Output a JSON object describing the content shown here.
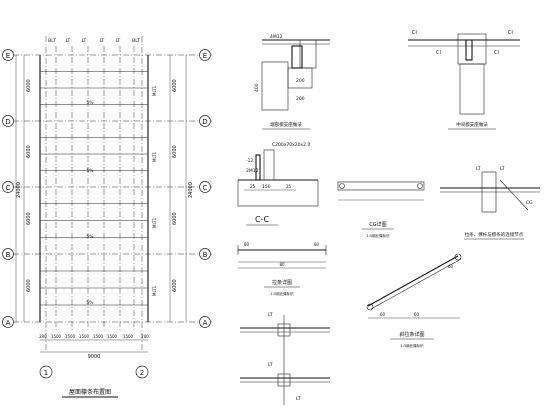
{
  "plan": {
    "title": "屋面檩条布置图",
    "axes_rows": [
      "E",
      "D",
      "C",
      "B",
      "A"
    ],
    "axes_cols": [
      "1",
      "2"
    ],
    "row_dims": [
      "6000",
      "6000",
      "6000",
      "6000"
    ],
    "total_dim": "24000",
    "bay_labels": [
      "5%",
      "5%",
      "5%",
      "5%"
    ],
    "top_tags": [
      "BLT",
      "LT",
      "LT",
      "LT",
      "LT",
      "BLT"
    ],
    "side_tags": [
      "MLT1",
      "MLT1",
      "MLT1",
      "MLT1"
    ],
    "bottom_dims": [
      "200",
      "1500",
      "1500",
      "1500",
      "1500",
      "1500",
      "1500",
      "200"
    ],
    "bottom_total": "9000"
  },
  "detail_end": {
    "title": "端部檩支座做法",
    "labels": [
      "4M12",
      "200",
      "400",
      "200"
    ]
  },
  "detail_mid": {
    "title": "中间檩支座做法",
    "labels": [
      "Cl",
      "Cl",
      "Cl",
      "Cl"
    ]
  },
  "section_cc": {
    "title": "C-C",
    "labels": [
      "C200x70x20x2.0",
      "-12",
      "2M12",
      "150",
      "25",
      "25"
    ]
  },
  "detail_cg": {
    "title": "CG详图",
    "note": "1:5钢丝绳标识"
  },
  "detail_joint": {
    "title": "拉条、撑杆与檩条的连接节点",
    "labels": [
      "LT",
      "LT",
      "CG"
    ]
  },
  "detail_lt": {
    "title": "拉条详图",
    "note": "1:5钢丝绳标识",
    "labels": [
      "80",
      "80",
      "80"
    ]
  },
  "detail_diag": {
    "title": "斜拉条详图",
    "note": "1:5钢丝绳标识",
    "labels": [
      "60",
      "60",
      "60"
    ]
  },
  "detail_bottom": {
    "labels": [
      "LT",
      "LT",
      "LT"
    ]
  }
}
